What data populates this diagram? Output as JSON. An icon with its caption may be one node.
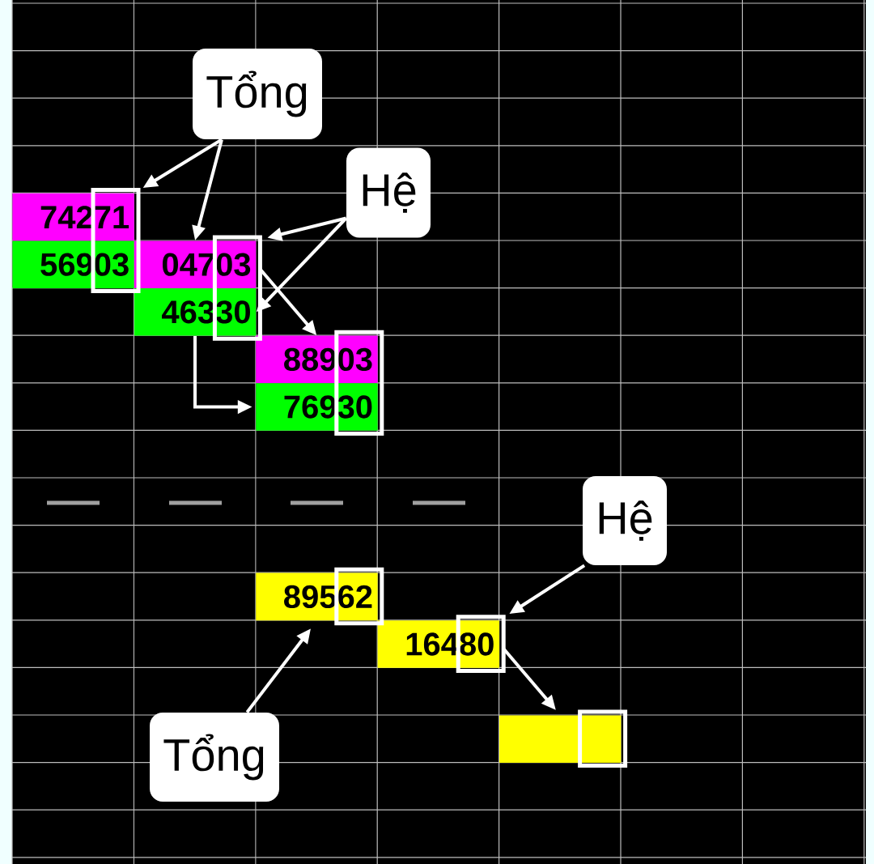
{
  "diagram": {
    "nodes": [
      {
        "text": [
          "Tổng"
        ]
      },
      {
        "text": [
          "Hệ"
        ]
      },
      {
        "text": [
          "74271"
        ]
      },
      {
        "text": [
          "56903"
        ]
      },
      {
        "text": [
          "04703"
        ]
      },
      {
        "text": [
          "46330"
        ]
      },
      {
        "text": [
          "88903"
        ]
      },
      {
        "text": [
          "76930"
        ]
      },
      {
        "text": [
          "Hệ"
        ]
      },
      {
        "text": [
          "Tổng"
        ]
      },
      {
        "text": [
          "89562"
        ]
      },
      {
        "text": [
          "16480"
        ]
      },
      {
        "text": [],
        "shape": "box"
      }
    ],
    "edges": [
      {
        "from": 0,
        "to": 2,
        "arrow": "to"
      },
      {
        "from": 0,
        "to": 4,
        "arrow": "to"
      },
      {
        "from": 1,
        "to": 4,
        "arrow": "to"
      },
      {
        "from": 1,
        "to": 5,
        "arrow": "to"
      },
      {
        "from": 4,
        "to": 6,
        "arrow": "to"
      },
      {
        "from": 5,
        "to": 7,
        "arrow": "to"
      },
      {
        "from": 9,
        "to": 10,
        "arrow": "to"
      },
      {
        "from": 8,
        "to": 11,
        "arrow": "to"
      },
      {
        "from": 11,
        "to": 12,
        "arrow": "to"
      }
    ]
  }
}
